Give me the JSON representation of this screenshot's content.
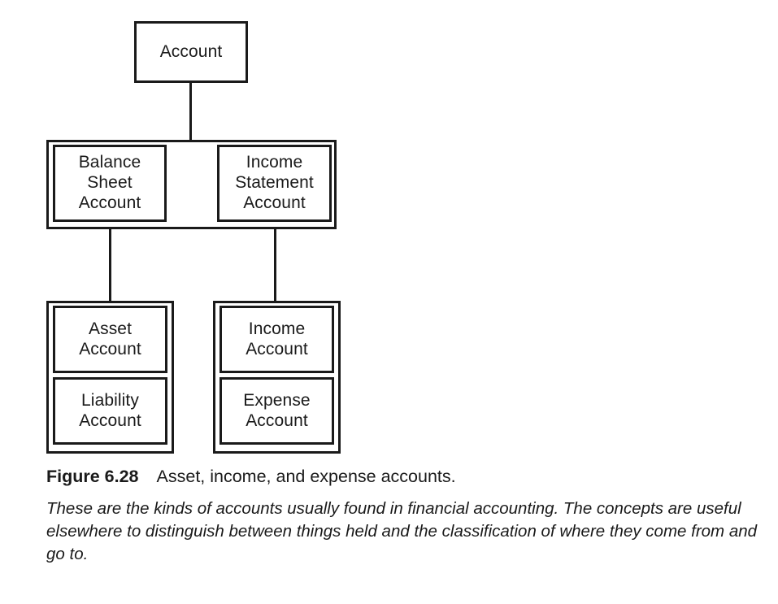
{
  "figure": {
    "number_label": "Figure 6.28",
    "title": "Asset, income, and expense accounts.",
    "description": "These are the kinds of accounts usually found in financial accounting. The concepts are useful elsewhere to distinguish between things held and the classification of where they come from and go to."
  },
  "diagram": {
    "type": "class-hierarchy",
    "stroke_color": "#1a1a1a",
    "background_color": "#ffffff",
    "root": {
      "label": "Account"
    },
    "tier2": {
      "nodes": [
        {
          "label": "Balance\nSheet\nAccount"
        },
        {
          "label": "Income\nStatement\nAccount"
        }
      ]
    },
    "tier3_left": {
      "nodes": [
        {
          "label": "Asset\nAccount"
        },
        {
          "label": "Liability\nAccount"
        }
      ]
    },
    "tier3_right": {
      "nodes": [
        {
          "label": "Income\nAccount"
        },
        {
          "label": "Expense\nAccount"
        }
      ]
    }
  }
}
